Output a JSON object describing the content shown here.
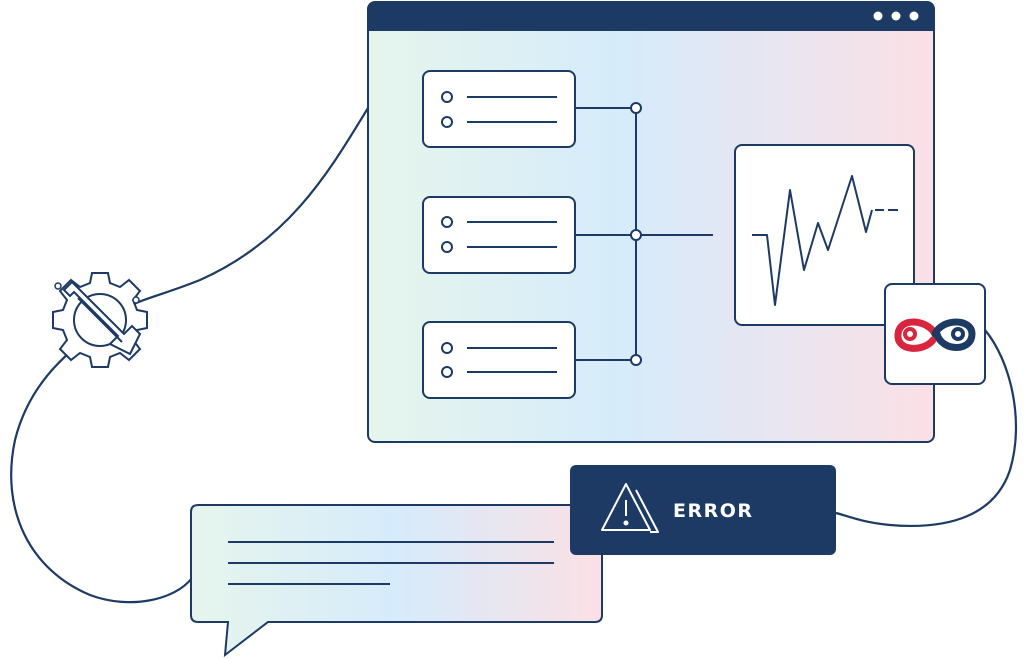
{
  "error_badge": {
    "label": "ERROR",
    "icon": "warning-triangle-icon"
  },
  "browser_window": {
    "controls": [
      "dot",
      "dot",
      "dot"
    ],
    "list_cards": 3,
    "icon": "waveform-chart-icon"
  },
  "logo": {
    "icon": "infinity-loop-logo",
    "colors": {
      "primary": "#d7263d",
      "secondary": "#1c3a63"
    }
  },
  "gear": {
    "icon": "gear-wrench-icon"
  },
  "colors": {
    "navy": "#1c3a63",
    "gradient_start": "#e8f5ee",
    "gradient_mid": "#d9ecfb",
    "gradient_end": "#fbe2e6",
    "brand_red": "#d7263d"
  }
}
